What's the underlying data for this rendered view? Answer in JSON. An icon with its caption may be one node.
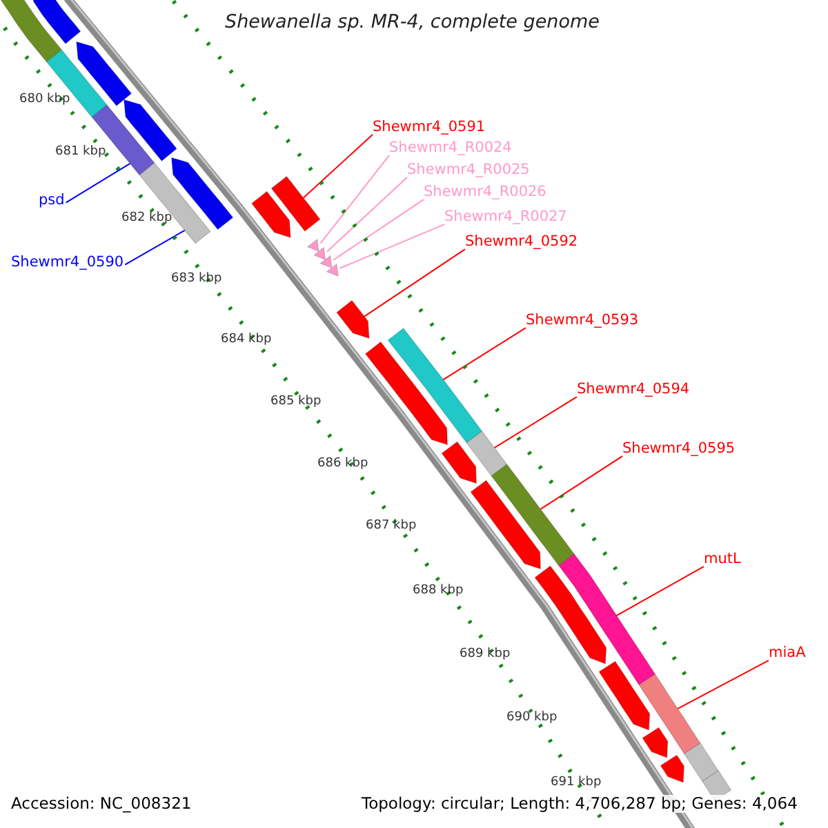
{
  "diagram": {
    "title": "Shewanella sp. MR-4, complete genome",
    "nodes": [
      {
        "text": [
          "Shewmr4_0591"
        ]
      },
      {
        "text": [
          "Shewmr4_R0024"
        ]
      },
      {
        "text": [
          "Shewmr4_R0025"
        ]
      },
      {
        "text": [
          "Shewmr4_R0026"
        ]
      },
      {
        "text": [
          "psd"
        ]
      },
      {
        "text": [
          "Shewmr4_R0027"
        ]
      },
      {
        "text": [
          "Shewmr4_0592"
        ]
      },
      {
        "text": [
          "Shewmr4_0590"
        ]
      },
      {
        "text": [
          "Shewmr4_0593"
        ]
      },
      {
        "text": [
          "Shewmr4_0594"
        ]
      },
      {
        "text": [
          "Shewmr4_0595"
        ]
      },
      {
        "text": [
          "mutL"
        ]
      },
      {
        "text": [
          "miaA"
        ]
      },
      {
        "text": [],
        "shape": "arrow"
      },
      {
        "text": [],
        "shape": "arrow"
      },
      {
        "text": [],
        "shape": "arrow"
      },
      {
        "text": [],
        "shape": "arrow"
      },
      {
        "text": [],
        "shape": "bar"
      },
      {
        "text": [],
        "shape": "bar"
      },
      {
        "text": [],
        "shape": "bar"
      },
      {
        "text": [],
        "shape": "bar"
      },
      {
        "text": [],
        "shape": "arrow"
      },
      {
        "text": [],
        "shape": "bar"
      },
      {
        "text": [],
        "shape": "triangle"
      },
      {
        "text": [],
        "shape": "triangle"
      },
      {
        "text": [],
        "shape": "triangle"
      },
      {
        "text": [],
        "shape": "triangle"
      },
      {
        "text": [],
        "shape": "arrow"
      },
      {
        "text": [],
        "shape": "arrow"
      },
      {
        "text": [],
        "shape": "bar"
      },
      {
        "text": [],
        "shape": "arrow"
      },
      {
        "text": [],
        "shape": "bar"
      },
      {
        "text": [],
        "shape": "arrow"
      },
      {
        "text": [],
        "shape": "bar"
      },
      {
        "text": [],
        "shape": "arrow"
      },
      {
        "text": [],
        "shape": "bar"
      },
      {
        "text": [],
        "shape": "arrow"
      },
      {
        "text": [],
        "shape": "bar"
      },
      {
        "text": [],
        "shape": "arrow"
      },
      {
        "text": [],
        "shape": "bar"
      },
      {
        "text": [],
        "shape": "arrow"
      },
      {
        "text": [],
        "shape": "bar"
      }
    ],
    "edges": [
      {
        "from": 0,
        "to": 22,
        "arrow": "none"
      },
      {
        "from": 1,
        "to": 23,
        "arrow": "none",
        "color": "#ff99cc"
      },
      {
        "from": 2,
        "to": 24,
        "arrow": "none",
        "color": "#ff99cc"
      },
      {
        "from": 3,
        "to": 25,
        "arrow": "none",
        "color": "#ff99cc"
      },
      {
        "from": 4,
        "to": 19,
        "arrow": "none",
        "color": "#0000ff"
      },
      {
        "from": 5,
        "to": 26,
        "arrow": "none",
        "color": "#ff99cc"
      },
      {
        "from": 6,
        "to": 27,
        "arrow": "none"
      },
      {
        "from": 7,
        "to": 20,
        "arrow": "none",
        "color": "#0000ff"
      },
      {
        "from": 8,
        "to": 29,
        "arrow": "none"
      },
      {
        "from": 9,
        "to": 31,
        "arrow": "none"
      },
      {
        "from": 10,
        "to": 33,
        "arrow": "none"
      },
      {
        "from": 11,
        "to": 35,
        "arrow": "none"
      },
      {
        "from": 12,
        "to": 37,
        "arrow": "none"
      }
    ],
    "labels": [
      "680 kbp",
      "681 kbp",
      "682 kbp",
      "683 kbp",
      "684 kbp",
      "685 kbp",
      "686 kbp",
      "687 kbp",
      "688 kbp",
      "689 kbp",
      "690 kbp",
      "691 kbp",
      "Accession: NC_008321",
      "Topology: circular; Length: 4,706,287 bp; Genes: 4,064"
    ]
  }
}
